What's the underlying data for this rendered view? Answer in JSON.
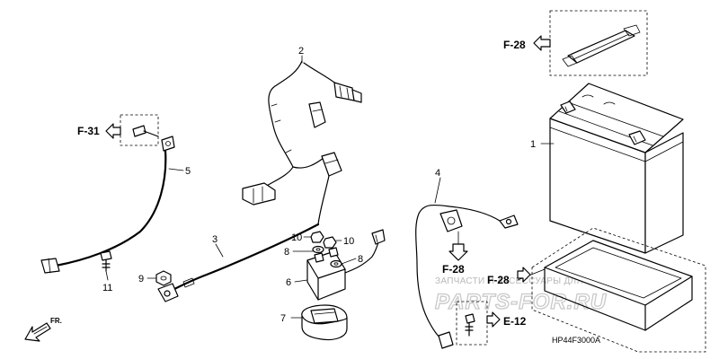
{
  "diagram": {
    "callouts": {
      "c1": "1",
      "c2": "2",
      "c3": "3",
      "c4": "4",
      "c5": "5",
      "c6": "6",
      "c7": "7",
      "c8a": "8",
      "c8b": "8",
      "c9": "9",
      "c10a": "10",
      "c10b": "10",
      "c11": "11"
    },
    "references": {
      "f28_top": "F-28",
      "f31": "F-31",
      "f28_mid": "F-28",
      "f28_right": "F-28",
      "e12": "E-12"
    },
    "front_label": "FR.",
    "diagram_code": "HP44F3000A"
  },
  "watermark": {
    "tagline": "ЗАПЧАСТИ И АКСЕССУАРЫ ДЛЯ МОТОТЕХНИКИ",
    "site": "PARTS-FOR.RU"
  }
}
